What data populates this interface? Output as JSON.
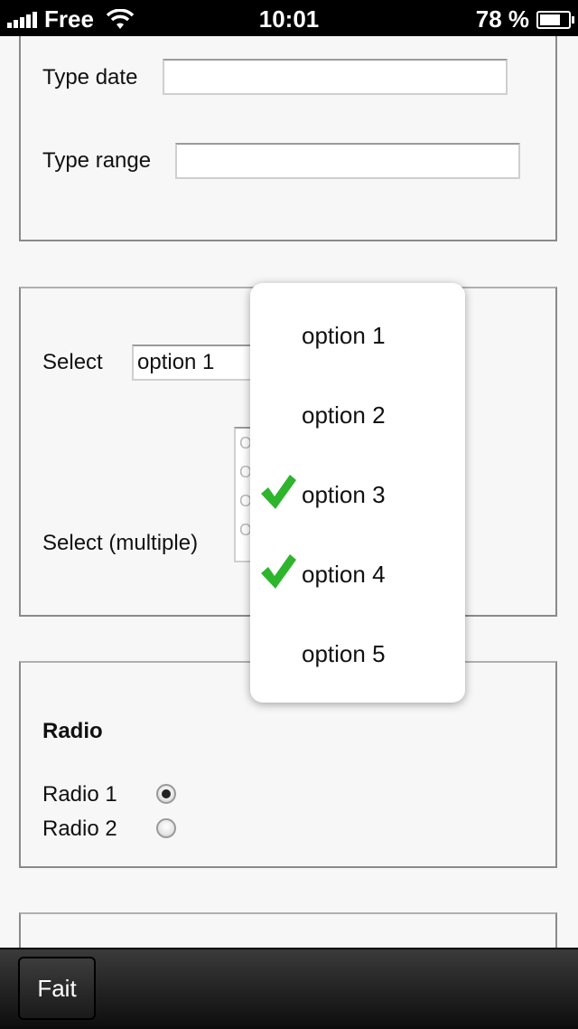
{
  "status_bar": {
    "carrier": "Free",
    "time": "10:01",
    "battery_percent": "78 %",
    "battery_level": 0.78
  },
  "form": {
    "date_label": "Type date",
    "range_label": "Type range",
    "select_label": "Select",
    "select_value": "option 1",
    "select_multiple_label": "Select (multiple)",
    "radio_title": "Radio",
    "radio1_label": "Radio 1",
    "radio2_label": "Radio 2",
    "radio_selected": "Radio 1"
  },
  "picker": {
    "options": [
      {
        "label": "option 1",
        "checked": false
      },
      {
        "label": "option 2",
        "checked": false
      },
      {
        "label": "option 3",
        "checked": true
      },
      {
        "label": "option 4",
        "checked": true
      },
      {
        "label": "option 5",
        "checked": false
      }
    ],
    "check_color": "#2db52d"
  },
  "toolbar": {
    "done_label": "Fait"
  }
}
